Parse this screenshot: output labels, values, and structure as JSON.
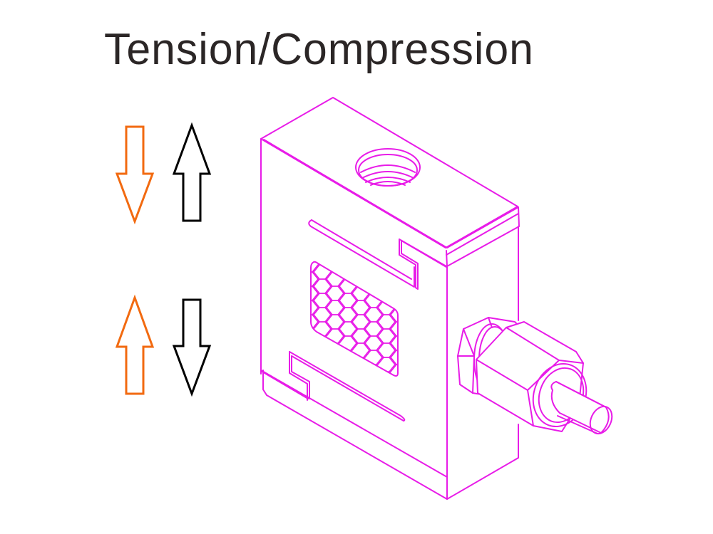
{
  "title": "Tension/Compression",
  "colors": {
    "title_text": "#2b2626",
    "tension_arrow": "#f26a10",
    "compression_arrow": "#000000",
    "drawing_line": "#e81ce8",
    "background": "#ffffff"
  },
  "legend": {
    "upper_pair": [
      {
        "direction": "down",
        "color": "orange",
        "icon": "arrow-down-outline-icon"
      },
      {
        "direction": "up",
        "color": "black",
        "icon": "arrow-up-outline-icon"
      }
    ],
    "lower_pair": [
      {
        "direction": "up",
        "color": "orange",
        "icon": "arrow-up-outline-icon"
      },
      {
        "direction": "down",
        "color": "black",
        "icon": "arrow-down-outline-icon"
      }
    ]
  },
  "drawing": {
    "subject": "S-type load cell (isometric line drawing)",
    "parts": [
      "threaded top hole",
      "upper slot",
      "lower slot",
      "honeycomb strain gauge window",
      "hex nut cable gland",
      "cable"
    ]
  }
}
